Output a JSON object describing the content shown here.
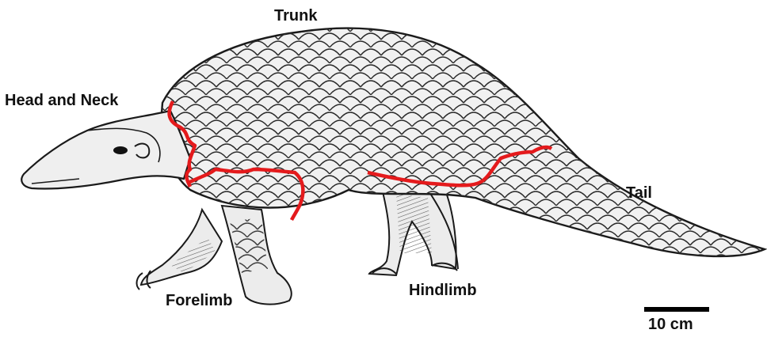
{
  "labels": {
    "trunk": "Trunk",
    "head_and_neck": "Head and Neck",
    "tail": "Tail",
    "forelimb": "Forelimb",
    "hindlimb": "Hindlimb"
  },
  "scale": {
    "label": "10 cm"
  },
  "colors": {
    "outline": "#1a1a1a",
    "body_fill": "#f1f1f1",
    "region_boundary": "#e41a1c",
    "background": "#ffffff"
  }
}
